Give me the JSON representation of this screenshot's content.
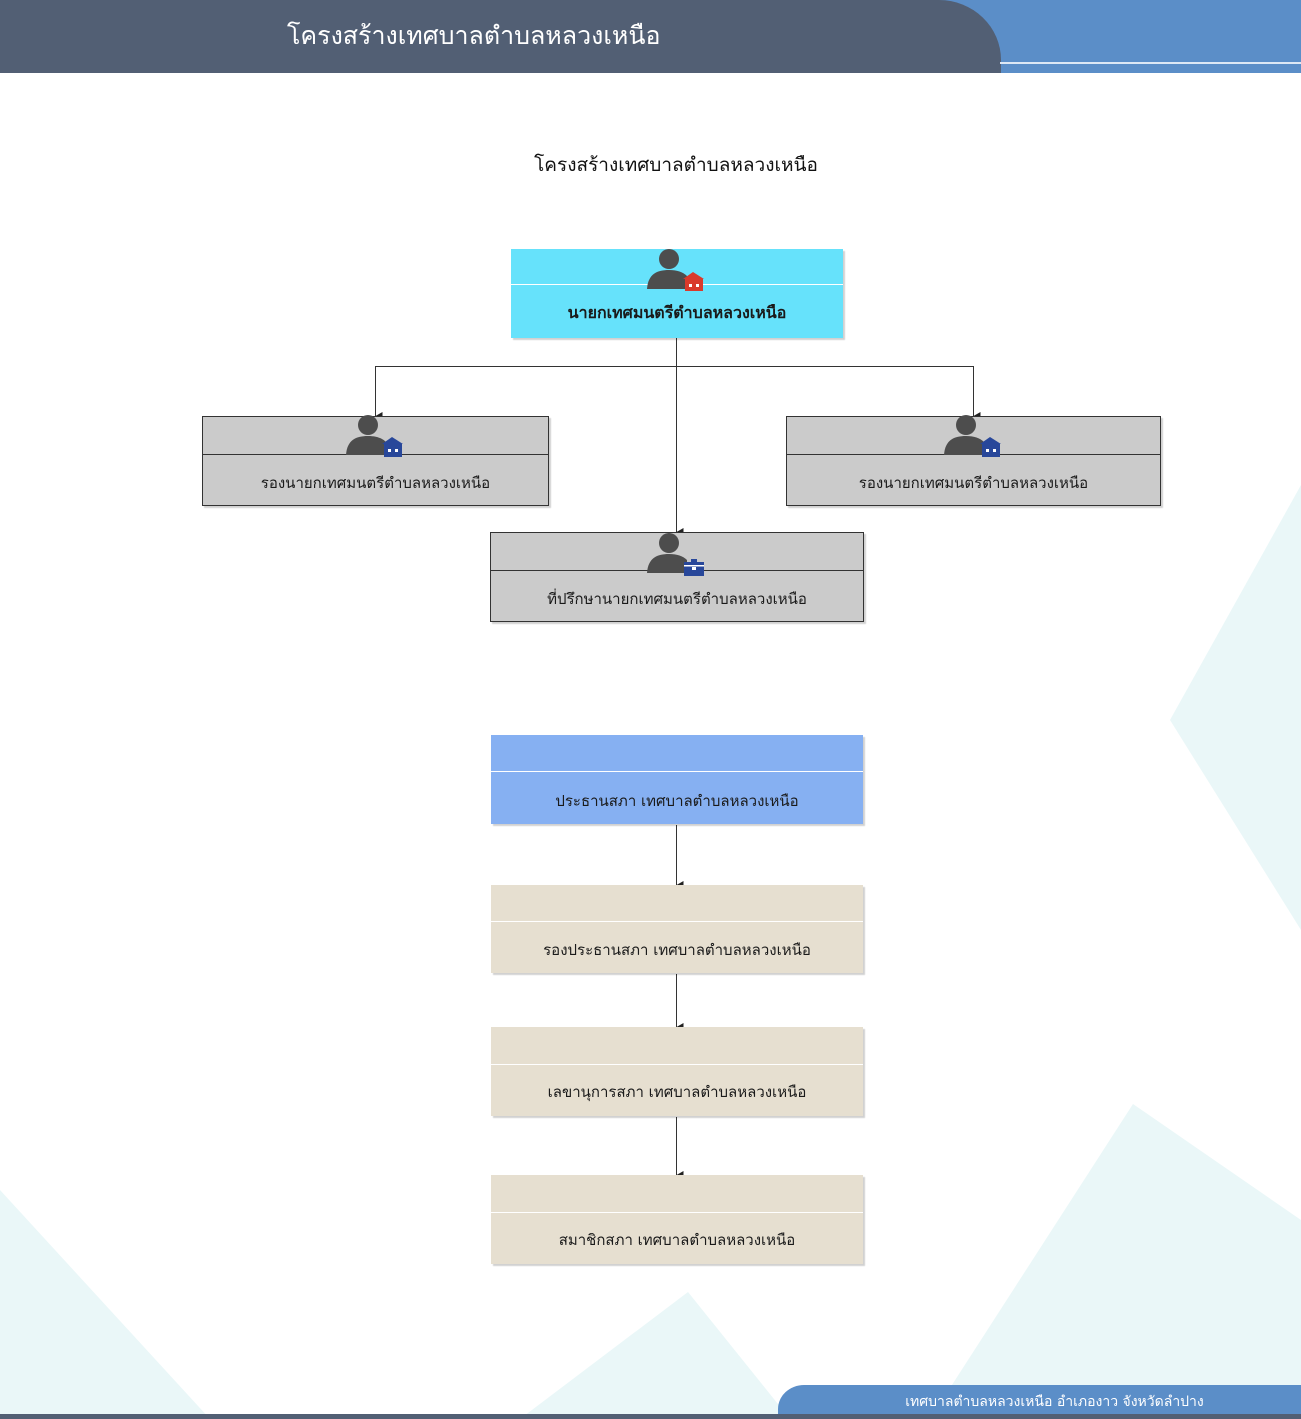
{
  "header": {
    "title": "โครงสร้างเทศบาลตำบลหลวงเหนือ"
  },
  "diagram": {
    "title": "โครงสร้างเทศบาลตำบลหลวงเหนือ",
    "mayor": {
      "label": "นายกเทศมนตรีตำบลหลวงเหนือ",
      "icon": "person-house-red-icon"
    },
    "deputy_left": {
      "label": "รองนายกเทศมนตรีตำบลหลวงเหนือ",
      "icon": "person-house-blue-icon"
    },
    "deputy_right": {
      "label": "รองนายกเทศมนตรีตำบลหลวงเหนือ",
      "icon": "person-house-blue-icon"
    },
    "advisor": {
      "label": "ที่ปรึกษานายกเทศมนตรีตำบลหลวงเหนือ",
      "icon": "person-briefcase-icon"
    },
    "council": [
      {
        "label": "ประธานสภา เทศบาลตำบลหลวงเหนือ"
      },
      {
        "label": "รองประธานสภา เทศบาลตำบลหลวงเหนือ"
      },
      {
        "label": "เลขานุการสภา เทศบาลตำบลหลวงเหนือ"
      },
      {
        "label": "สมาชิกสภา เทศบาลตำบลหลวงเหนือ"
      }
    ]
  },
  "footer": {
    "text": "เทศบาลตำบลหลวงเหนือ อำเภองาว จังหวัดลำปาง"
  },
  "colors": {
    "header_dark": "#525f74",
    "header_blue": "#5b8ec8",
    "mayor_fill": "#66e2fb",
    "president_fill": "#86b0f2",
    "council_fill": "#e6dfd0",
    "person_fill": "#cbcbcb",
    "background_shape": "#eaf7f8"
  }
}
